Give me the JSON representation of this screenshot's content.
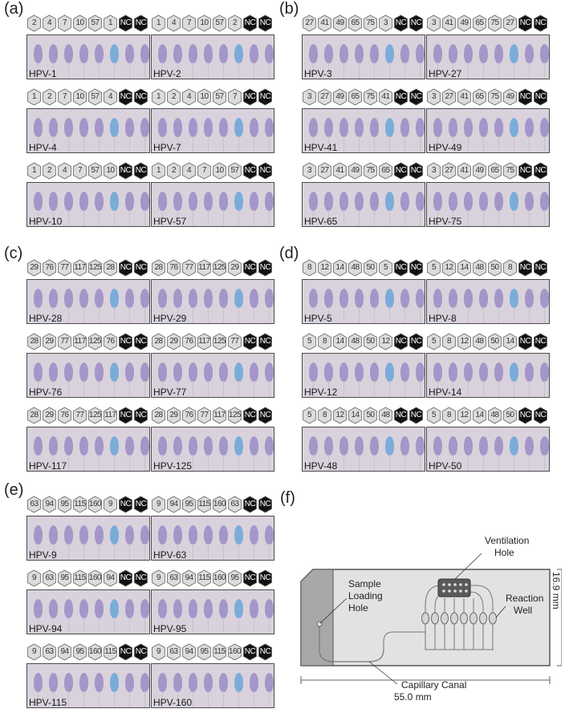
{
  "panels": [
    {
      "label": "(a)",
      "strips": [
        {
          "tags": [
            "2",
            "4",
            "7",
            "10",
            "57",
            "1",
            "NC",
            "NC"
          ],
          "name": "HPV-1",
          "blue": 5
        },
        {
          "tags": [
            "1",
            "4",
            "7",
            "10",
            "57",
            "2",
            "NC",
            "NC"
          ],
          "name": "HPV-2",
          "blue": 5
        },
        {
          "tags": [
            "1",
            "2",
            "7",
            "10",
            "57",
            "4",
            "NC",
            "NC"
          ],
          "name": "HPV-4",
          "blue": 5
        },
        {
          "tags": [
            "1",
            "2",
            "4",
            "10",
            "57",
            "7",
            "NC",
            "NC"
          ],
          "name": "HPV-7",
          "blue": 5
        },
        {
          "tags": [
            "1",
            "2",
            "4",
            "7",
            "57",
            "10",
            "NC",
            "NC"
          ],
          "name": "HPV-10",
          "blue": 5
        },
        {
          "tags": [
            "1",
            "2",
            "4",
            "7",
            "10",
            "57",
            "NC",
            "NC"
          ],
          "name": "HPV-57",
          "blue": 5
        }
      ]
    },
    {
      "label": "(b)",
      "strips": [
        {
          "tags": [
            "27",
            "41",
            "49",
            "65",
            "75",
            "3",
            "NC",
            "NC"
          ],
          "name": "HPV-3",
          "blue": 5
        },
        {
          "tags": [
            "3",
            "41",
            "49",
            "65",
            "75",
            "27",
            "NC",
            "NC"
          ],
          "name": "HPV-27",
          "blue": 5
        },
        {
          "tags": [
            "3",
            "27",
            "49",
            "65",
            "75",
            "41",
            "NC",
            "NC"
          ],
          "name": "HPV-41",
          "blue": 5
        },
        {
          "tags": [
            "3",
            "27",
            "41",
            "65",
            "75",
            "49",
            "NC",
            "NC"
          ],
          "name": "HPV-49",
          "blue": 5
        },
        {
          "tags": [
            "3",
            "27",
            "41",
            "49",
            "75",
            "65",
            "NC",
            "NC"
          ],
          "name": "HPV-65",
          "blue": 5
        },
        {
          "tags": [
            "3",
            "27",
            "41",
            "49",
            "65",
            "75",
            "NC",
            "NC"
          ],
          "name": "HPV-75",
          "blue": 5
        }
      ]
    },
    {
      "label": "(c)",
      "strips": [
        {
          "tags": [
            "29",
            "76",
            "77",
            "117",
            "125",
            "28",
            "NC",
            "NC"
          ],
          "name": "HPV-28",
          "blue": 5
        },
        {
          "tags": [
            "28",
            "76",
            "77",
            "117",
            "125",
            "29",
            "NC",
            "NC"
          ],
          "name": "HPV-29",
          "blue": 5
        },
        {
          "tags": [
            "28",
            "29",
            "77",
            "117",
            "125",
            "76",
            "NC",
            "NC"
          ],
          "name": "HPV-76",
          "blue": 5
        },
        {
          "tags": [
            "28",
            "29",
            "76",
            "117",
            "125",
            "77",
            "NC",
            "NC"
          ],
          "name": "HPV-77",
          "blue": 5
        },
        {
          "tags": [
            "28",
            "29",
            "76",
            "77",
            "125",
            "117",
            "NC",
            "NC"
          ],
          "name": "HPV-117",
          "blue": 5
        },
        {
          "tags": [
            "28",
            "29",
            "76",
            "77",
            "117",
            "125",
            "NC",
            "NC"
          ],
          "name": "HPV-125",
          "blue": 5
        }
      ]
    },
    {
      "label": "(d)",
      "strips": [
        {
          "tags": [
            "8",
            "12",
            "14",
            "48",
            "50",
            "5",
            "NC",
            "NC"
          ],
          "name": "HPV-5",
          "blue": 5
        },
        {
          "tags": [
            "5",
            "12",
            "14",
            "48",
            "50",
            "8",
            "NC",
            "NC"
          ],
          "name": "HPV-8",
          "blue": 5
        },
        {
          "tags": [
            "5",
            "8",
            "14",
            "48",
            "50",
            "12",
            "NC",
            "NC"
          ],
          "name": "HPV-12",
          "blue": 5
        },
        {
          "tags": [
            "5",
            "8",
            "12",
            "48",
            "50",
            "14",
            "NC",
            "NC"
          ],
          "name": "HPV-14",
          "blue": 5
        },
        {
          "tags": [
            "5",
            "8",
            "12",
            "14",
            "50",
            "48",
            "NC",
            "NC"
          ],
          "name": "HPV-48",
          "blue": 5
        },
        {
          "tags": [
            "5",
            "8",
            "12",
            "14",
            "48",
            "50",
            "NC",
            "NC"
          ],
          "name": "HPV-50",
          "blue": 5
        }
      ]
    },
    {
      "label": "(e)",
      "strips": [
        {
          "tags": [
            "63",
            "94",
            "95",
            "115",
            "160",
            "9",
            "NC",
            "NC"
          ],
          "name": "HPV-9",
          "blue": 5
        },
        {
          "tags": [
            "9",
            "94",
            "95",
            "115",
            "160",
            "63",
            "NC",
            "NC"
          ],
          "name": "HPV-63",
          "blue": 5
        },
        {
          "tags": [
            "9",
            "63",
            "95",
            "115",
            "160",
            "94",
            "NC",
            "NC"
          ],
          "name": "HPV-94",
          "blue": 5
        },
        {
          "tags": [
            "9",
            "63",
            "94",
            "115",
            "160",
            "95",
            "NC",
            "NC"
          ],
          "name": "HPV-95",
          "blue": 5
        },
        {
          "tags": [
            "9",
            "63",
            "94",
            "95",
            "160",
            "115",
            "NC",
            "NC"
          ],
          "name": "HPV-115",
          "blue": 5
        },
        {
          "tags": [
            "9",
            "63",
            "94",
            "95",
            "115",
            "160",
            "NC",
            "NC"
          ],
          "name": "HPV-160",
          "blue": 5
        }
      ]
    }
  ],
  "chip": {
    "label": "(f)",
    "ventilation": "Ventilation\nHole",
    "ventilation_1": "Ventilation",
    "ventilation_2": "Hole",
    "sample_1": "Sample",
    "sample_2": "Loading",
    "sample_3": "Hole",
    "reaction_1": "Reaction",
    "reaction_2": "Well",
    "capillary": "Capillary Canal",
    "length": "55.0 mm",
    "height": "16.9 mm"
  },
  "colors": {
    "well_purple": "#9a8cc4",
    "well_blue": "#6aa6d8",
    "nc_fill": "#111111",
    "tag_fill": "#dcdcdc"
  }
}
